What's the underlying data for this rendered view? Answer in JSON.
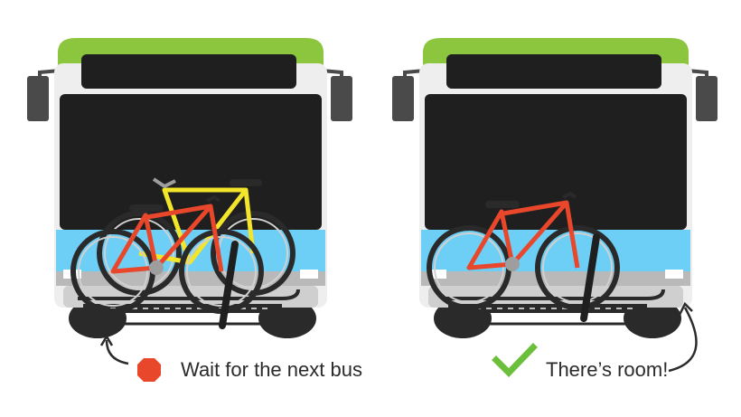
{
  "panels": [
    {
      "id": "full-rack",
      "status": "full",
      "bikes_on_rack": 2,
      "caption": "Wait for the next bus",
      "indicator_icon": "stop-sign-icon",
      "bike_colors": [
        "#e8472b",
        "#f2e52a"
      ]
    },
    {
      "id": "room-on-rack",
      "status": "available",
      "bikes_on_rack": 1,
      "caption": "There’s room!",
      "indicator_icon": "checkmark-icon",
      "bike_colors": [
        "#e8472b"
      ]
    }
  ],
  "colors": {
    "bus_roof": "#8cc63f",
    "bus_window": "#1f1f1f",
    "bus_stripe": "#6dcff6",
    "bus_body": "#eeeeee",
    "mirror": "#4a4a4a",
    "bike_red": "#e8472b",
    "bike_yellow": "#f2e52a",
    "stop_red": "#e8472b",
    "check_green": "#6cbf3a"
  }
}
